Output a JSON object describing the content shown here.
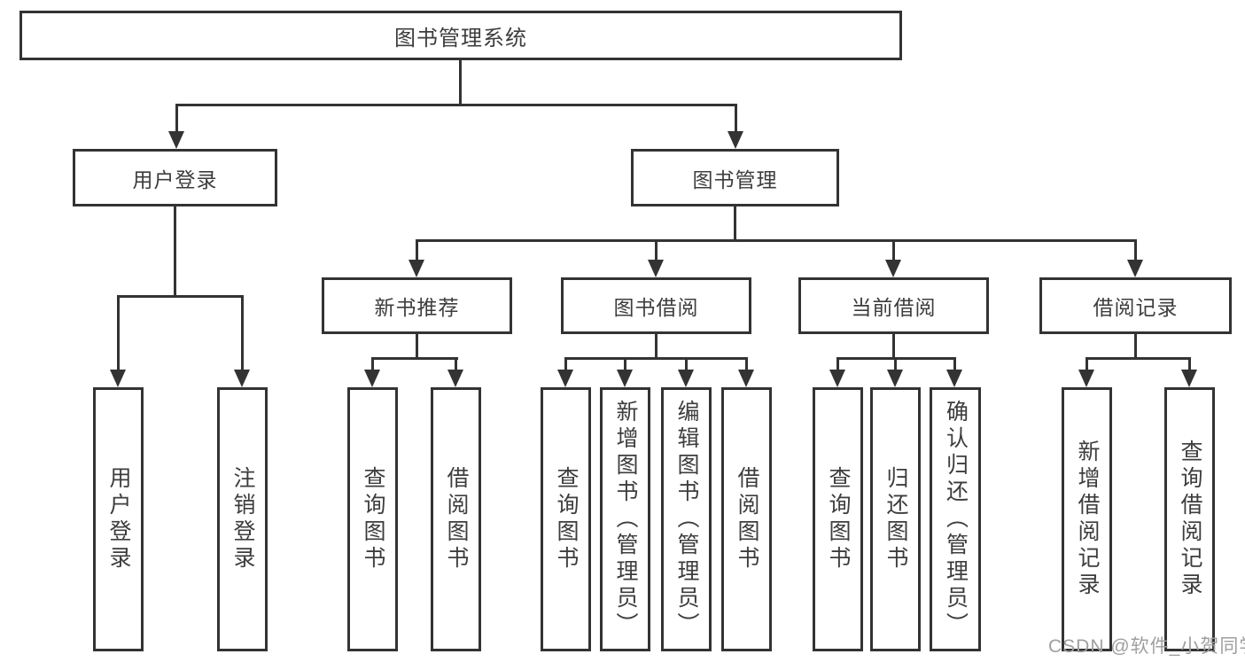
{
  "diagram": {
    "title": "图书管理系统",
    "level1": [
      "用户登录",
      "图书管理"
    ],
    "level2": [
      "新书推荐",
      "图书借阅",
      "当前借阅",
      "借阅记录"
    ],
    "leaves_user_login": [
      "用户登录",
      "注销登录"
    ],
    "leaves_new_book": [
      "查询图书",
      "借阅图书"
    ],
    "leaves_book_borrow": [
      "查询图书",
      "新增图书（管理员）",
      "编辑图书（管理员）",
      "借阅图书"
    ],
    "leaves_current_borrow": [
      "查询图书",
      "归还图书",
      "确认归还（管理员）"
    ],
    "leaves_borrow_record": [
      "新增借阅记录",
      "查询借阅记录"
    ],
    "watermark": "CSDN @软件_小贺同学",
    "colors": {
      "line": "#333333",
      "text": "#3d3d3d",
      "watermark": "#9f9f9f",
      "background": "#ffffff"
    }
  }
}
